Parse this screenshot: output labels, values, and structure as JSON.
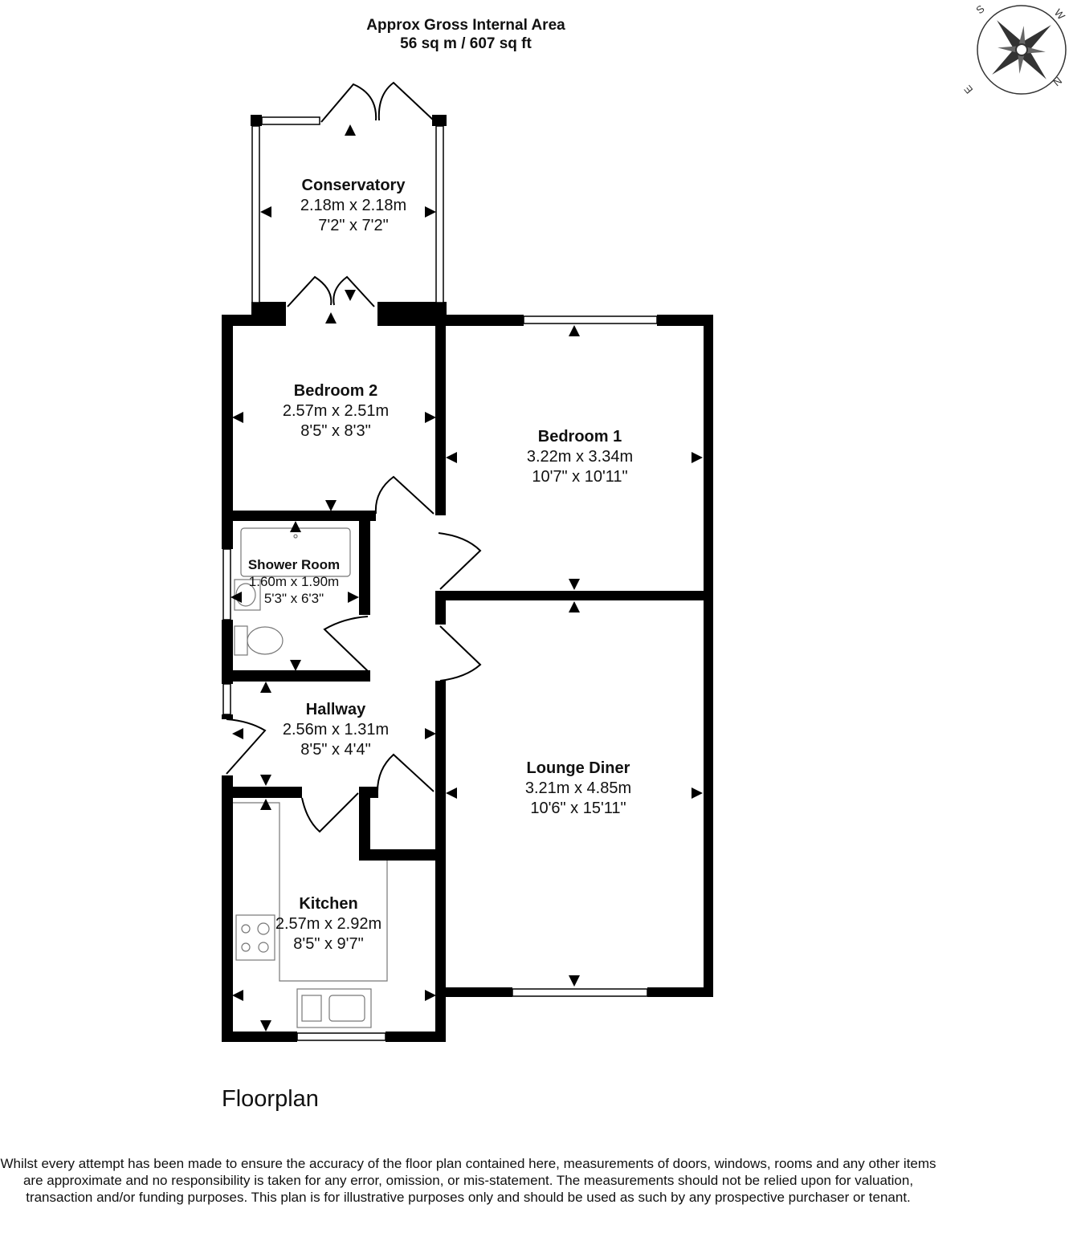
{
  "header": {
    "line1": "Approx Gross Internal Area",
    "line2": "56 sq m / 607 sq ft"
  },
  "compass": {
    "letters": [
      "S",
      "W",
      "E",
      "N"
    ]
  },
  "rooms": {
    "conservatory": {
      "name": "Conservatory",
      "metric": "2.18m x 2.18m",
      "imperial": "7'2\" x 7'2\""
    },
    "bedroom2": {
      "name": "Bedroom 2",
      "metric": "2.57m x 2.51m",
      "imperial": "8'5\" x 8'3\""
    },
    "bedroom1": {
      "name": "Bedroom 1",
      "metric": "3.22m x 3.34m",
      "imperial": "10'7\" x 10'11\""
    },
    "shower": {
      "name": "Shower Room",
      "metric": "1.60m x 1.90m",
      "imperial": "5'3\" x 6'3\""
    },
    "hallway": {
      "name": "Hallway",
      "metric": "2.56m x 1.31m",
      "imperial": "8'5\" x 4'4\""
    },
    "lounge": {
      "name": "Lounge Diner",
      "metric": "3.21m x 4.85m",
      "imperial": "10'6\" x 15'11\""
    },
    "kitchen": {
      "name": "Kitchen",
      "metric": "2.57m x 2.92m",
      "imperial": "8'5\" x 9'7\""
    }
  },
  "floor_label": "Floorplan",
  "disclaimer": "Whilst every attempt has been made to ensure the accuracy of the floor plan contained here, measurements of doors, windows, rooms and any other items are approximate and no responsibility is taken for any error, omission, or mis-statement. The measurements should not be relied upon for valuation, transaction and/or funding purposes. This plan is for illustrative purposes only and should be used as such by any prospective purchaser or tenant."
}
